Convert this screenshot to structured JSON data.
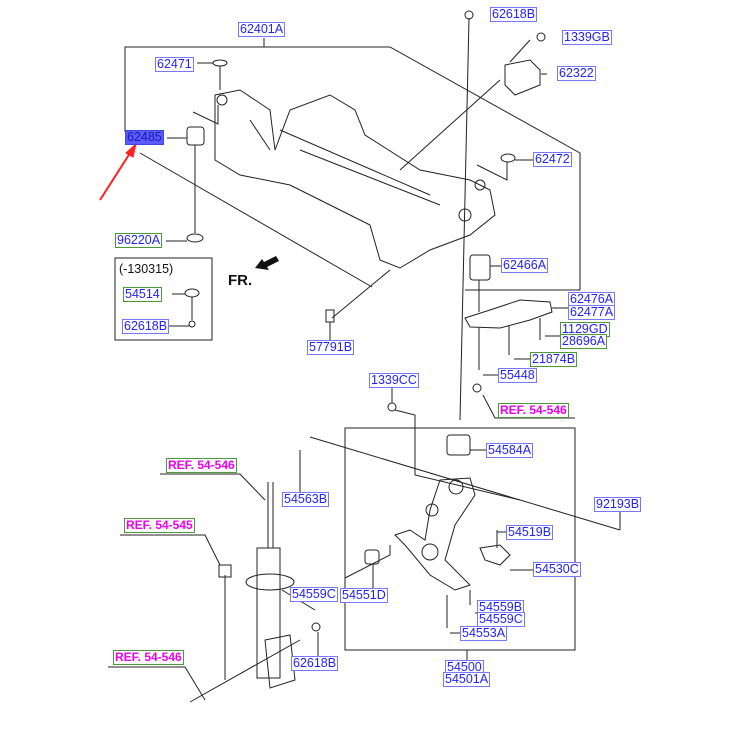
{
  "diagram": {
    "labels": [
      {
        "text": "62401A",
        "kind": "blue"
      },
      {
        "text": "62618B",
        "kind": "blue"
      },
      {
        "text": "1339GB",
        "kind": "blue"
      },
      {
        "text": "62471",
        "kind": "blue"
      },
      {
        "text": "62322",
        "kind": "blue"
      },
      {
        "text": "62485",
        "kind": "highlight"
      },
      {
        "text": "62472",
        "kind": "blue"
      },
      {
        "text": "96220A",
        "kind": "green"
      },
      {
        "text": "54514",
        "kind": "green"
      },
      {
        "text": "62618B",
        "kind": "blue"
      },
      {
        "text": "62466A",
        "kind": "blue"
      },
      {
        "text": "62476A",
        "kind": "blue"
      },
      {
        "text": "62477A",
        "kind": "blue"
      },
      {
        "text": "1129GD",
        "kind": "green"
      },
      {
        "text": "28696A",
        "kind": "green"
      },
      {
        "text": "21874B",
        "kind": "green"
      },
      {
        "text": "55448",
        "kind": "blue"
      },
      {
        "text": "57791B",
        "kind": "blue"
      },
      {
        "text": "1339CC",
        "kind": "blue"
      },
      {
        "text": "REF. 54-546",
        "kind": "ref"
      },
      {
        "text": "54584A",
        "kind": "blue"
      },
      {
        "text": "REF. 54-546",
        "kind": "ref"
      },
      {
        "text": "54563B",
        "kind": "blue"
      },
      {
        "text": "92193B",
        "kind": "blue"
      },
      {
        "text": "REF. 54-545",
        "kind": "ref"
      },
      {
        "text": "54519B",
        "kind": "blue"
      },
      {
        "text": "54530C",
        "kind": "blue"
      },
      {
        "text": "54551D",
        "kind": "blue"
      },
      {
        "text": "54559C",
        "kind": "blue"
      },
      {
        "text": "54559B",
        "kind": "blue"
      },
      {
        "text": "54559C",
        "kind": "blue"
      },
      {
        "text": "62618B",
        "kind": "blue"
      },
      {
        "text": "54553A",
        "kind": "blue"
      },
      {
        "text": "54500",
        "kind": "blue"
      },
      {
        "text": "54501A",
        "kind": "blue"
      },
      {
        "text": "REF. 54-546",
        "kind": "ref"
      }
    ],
    "inset_note": "(-130315)",
    "front_marker": "FR.",
    "colors": {
      "label_blue": "#2222ff",
      "label_border_blue": "#7777ff",
      "label_border_green": "#4a9a3a",
      "ref_text": "#ee00ee",
      "highlight": "#5a5aff",
      "pointer_arrow": "#ff2020"
    }
  }
}
